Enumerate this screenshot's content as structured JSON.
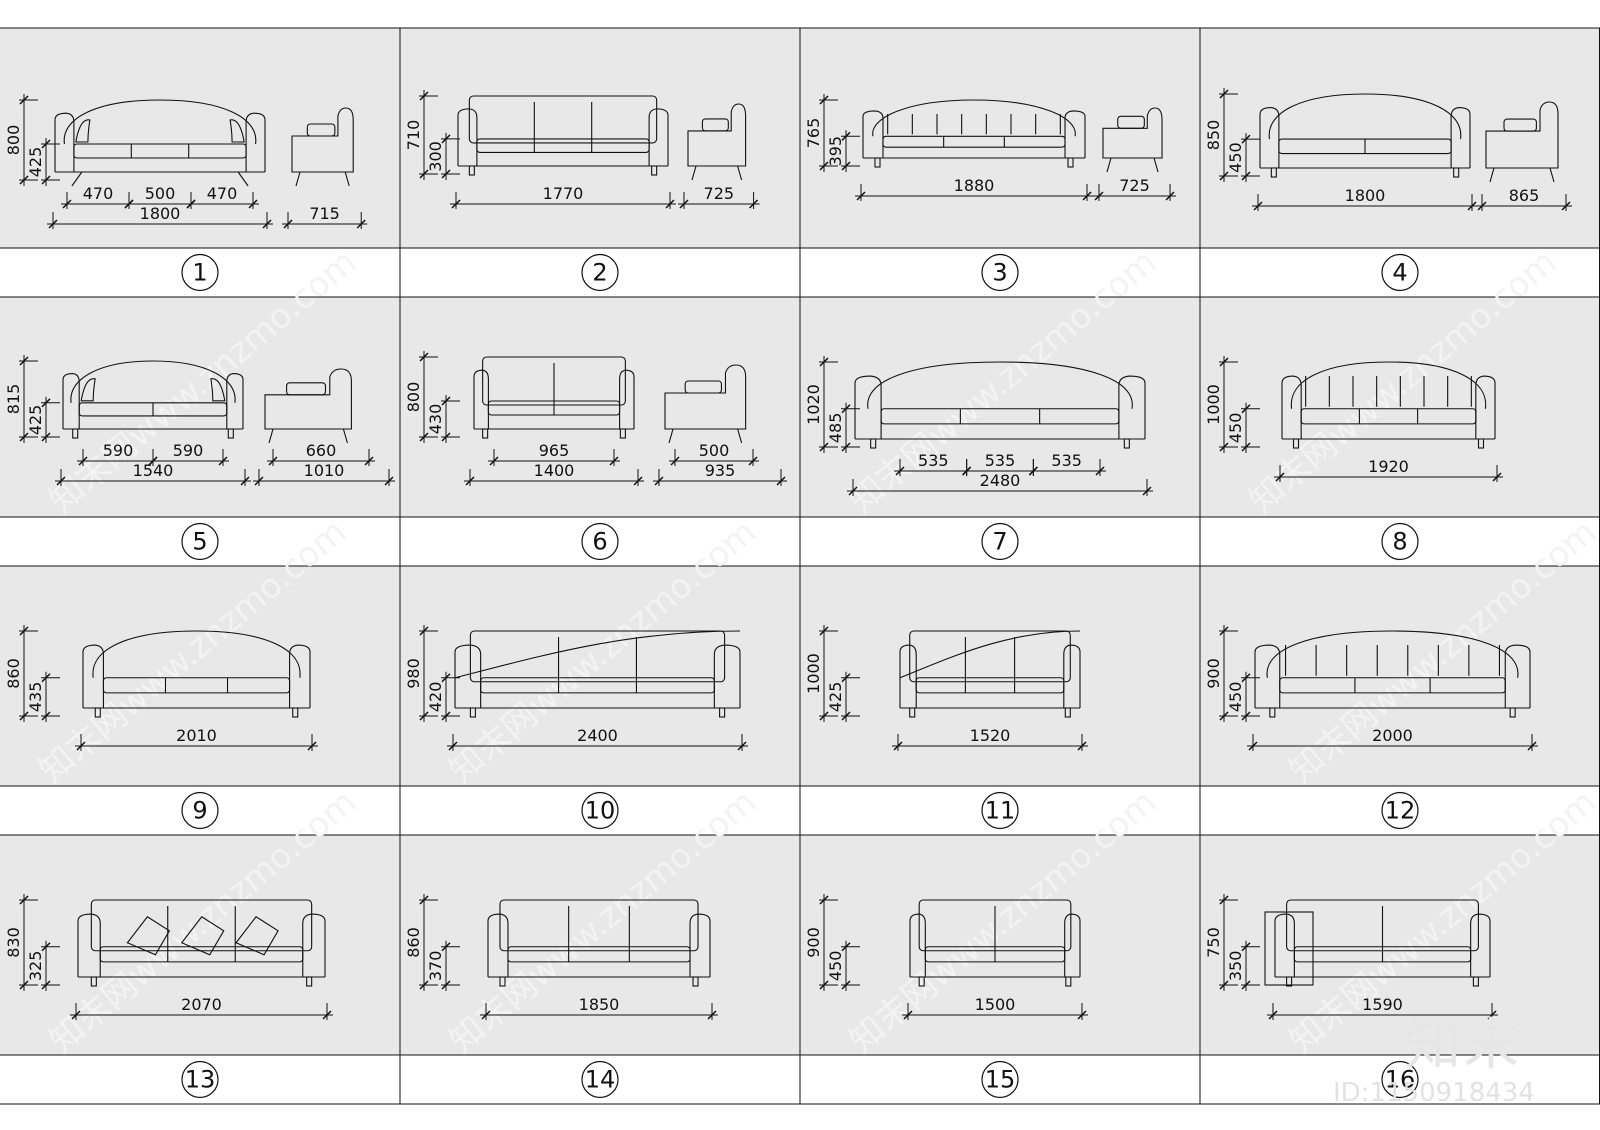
{
  "brand": "知末",
  "id_code": "ID:1150918434",
  "watermark": "知末网www.znzmo.com",
  "colors": {
    "cell_bg": "#e8e8e8",
    "line": "#111111",
    "label_bg": "#ffffff",
    "watermark": "#f3f3f3"
  },
  "items": [
    {
      "num": "1",
      "heights": [
        "800",
        "425"
      ],
      "widths": [
        "470",
        "500",
        "470",
        "1800",
        "715"
      ]
    },
    {
      "num": "2",
      "heights": [
        "710",
        "300"
      ],
      "widths": [
        "1770",
        "725"
      ]
    },
    {
      "num": "3",
      "heights": [
        "765",
        "395"
      ],
      "widths": [
        "1880",
        "725"
      ]
    },
    {
      "num": "4",
      "heights": [
        "850",
        "450"
      ],
      "widths": [
        "1800",
        "865"
      ]
    },
    {
      "num": "5",
      "heights": [
        "815",
        "425"
      ],
      "widths": [
        "590",
        "590",
        "1540",
        "660",
        "1010"
      ]
    },
    {
      "num": "6",
      "heights": [
        "800",
        "430"
      ],
      "widths": [
        "965",
        "1400",
        "500",
        "935"
      ]
    },
    {
      "num": "7",
      "heights": [
        "1020",
        "485"
      ],
      "widths": [
        "535",
        "535",
        "535",
        "2480"
      ]
    },
    {
      "num": "8",
      "heights": [
        "1000",
        "450"
      ],
      "widths": [
        "1920"
      ]
    },
    {
      "num": "9",
      "heights": [
        "860",
        "435"
      ],
      "widths": [
        "2010"
      ]
    },
    {
      "num": "10",
      "heights": [
        "980",
        "420"
      ],
      "widths": [
        "2400"
      ]
    },
    {
      "num": "11",
      "heights": [
        "1000",
        "425"
      ],
      "widths": [
        "1520"
      ]
    },
    {
      "num": "12",
      "heights": [
        "900",
        "450"
      ],
      "widths": [
        "2000"
      ]
    },
    {
      "num": "13",
      "heights": [
        "830",
        "325"
      ],
      "widths": [
        "2070"
      ]
    },
    {
      "num": "14",
      "heights": [
        "860",
        "370"
      ],
      "widths": [
        "1850"
      ]
    },
    {
      "num": "15",
      "heights": [
        "900",
        "450"
      ],
      "widths": [
        "1500"
      ]
    },
    {
      "num": "16",
      "heights": [
        "750",
        "350"
      ],
      "widths": [
        "1590"
      ]
    }
  ]
}
